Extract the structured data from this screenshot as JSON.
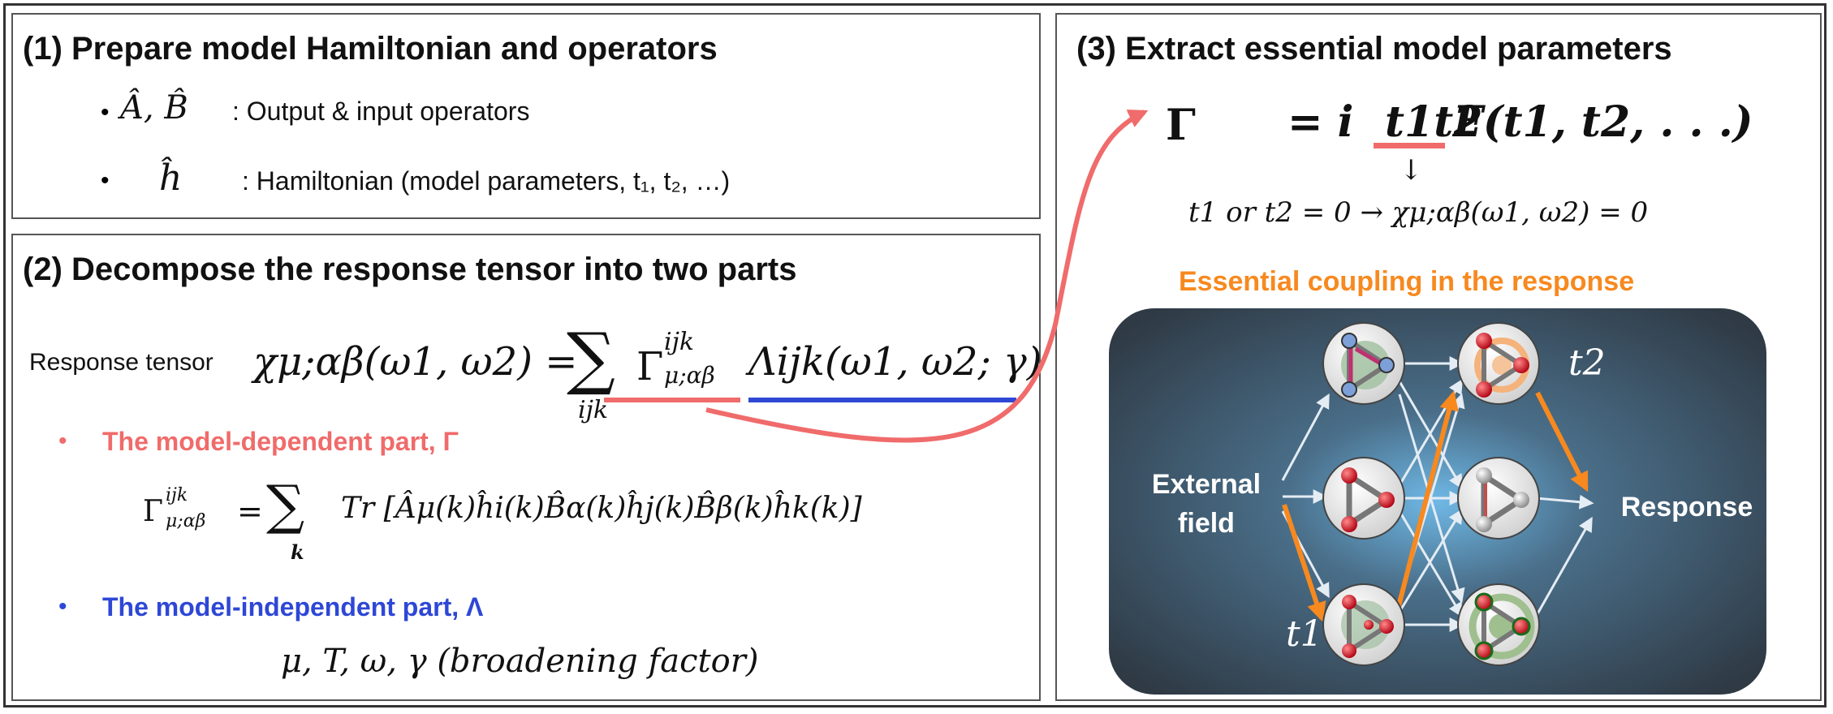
{
  "panel1": {
    "heading": "(1) Prepare model Hamiltonian and operators",
    "item1_math": "Â, B̂",
    "item1_text": ": Output & input operators",
    "item2_math": "ĥ",
    "item2_text": ": Hamiltonian (model parameters, t₁, t₂, …)"
  },
  "panel2": {
    "heading": "(2) Decompose the response tensor into two parts",
    "response_label": "Response tensor",
    "response_lhs": "χμ;αβ(ω1, ω2) =",
    "sum_sub": "ijk",
    "gamma_term": "Γ",
    "gamma_sup": "ijk",
    "gamma_sub": "μ;αβ",
    "lambda_term": "Λijk(ω1, ω2; γ)",
    "model_dependent": "The model-dependent part, Γ",
    "gamma_def_lhs": "Γ",
    "gamma_def_sum_sub": "k",
    "gamma_def_rhs": "Tr [Âμ(k)ĥi(k)B̂α(k)ĥj(k)B̂β(k)ĥk(k)]",
    "model_independent": "The model-independent part, Λ",
    "lambda_params": "μ, T, ω, γ (broadening factor)"
  },
  "panel3": {
    "heading": "(3) Extract essential model parameters",
    "formula_lhs": "Γ",
    "formula_rhs_i": "= i",
    "formula_t1t2": "t1t2",
    "formula_f": "F(t1, t2, . . .)",
    "arrow_down": "↓",
    "condition": "t1 or t2 = 0 → χμ;αβ(ω1, ω2) = 0",
    "essential_coupling": "Essential coupling in the response",
    "network": {
      "external_field": [
        "External",
        "field"
      ],
      "response": "Response",
      "t1_label": "t1",
      "t2_label": "t2"
    }
  },
  "colors": {
    "red_accent": "#f06b6b",
    "blue_accent": "#2e47d6",
    "orange": "#f7891f",
    "panel_dark": "#3a4652"
  }
}
